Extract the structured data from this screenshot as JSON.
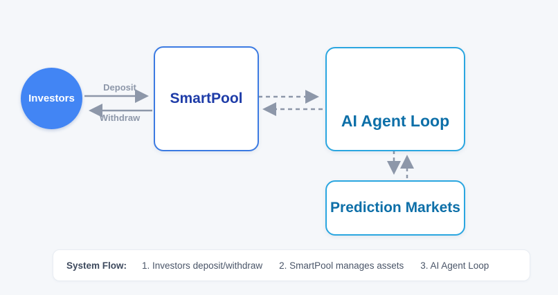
{
  "canvas": {
    "background_color": "#f5f7fa"
  },
  "nodes": {
    "investors": {
      "label": "Investors",
      "shape": "circle",
      "fill_color": "#4285f4",
      "text_color": "#ffffff"
    },
    "smartpool": {
      "label": "SmartPool",
      "shape": "rounded-rect",
      "border_color": "#3b7ae2",
      "text_color": "#1e3ca8"
    },
    "ai_agent_loop": {
      "label": "AI Agent Loop",
      "shape": "rounded-rect",
      "border_color": "#2aa6e0",
      "text_color": "#0d6fa8"
    },
    "prediction_markets": {
      "label": "Prediction Markets",
      "shape": "rounded-rect",
      "border_color": "#2aa6e0",
      "text_color": "#0d6fa8"
    }
  },
  "edges": {
    "deposit": {
      "label": "Deposit",
      "from": "investors",
      "to": "smartpool",
      "style": "solid",
      "color": "#8d97a9"
    },
    "withdraw": {
      "label": "Withdraw",
      "from": "smartpool",
      "to": "investors",
      "style": "solid",
      "color": "#8d97a9"
    },
    "smartpool_to_ai": {
      "label": "",
      "from": "smartpool",
      "to": "ai_agent_loop",
      "style": "dashed",
      "color": "#8d97a9"
    },
    "ai_to_smartpool": {
      "label": "",
      "from": "ai_agent_loop",
      "to": "smartpool",
      "style": "dashed",
      "color": "#8d97a9"
    },
    "ai_to_pm": {
      "label": "",
      "from": "ai_agent_loop",
      "to": "prediction_markets",
      "style": "dashed",
      "color": "#8d97a9"
    },
    "pm_to_ai": {
      "label": "",
      "from": "prediction_markets",
      "to": "ai_agent_loop",
      "style": "dashed",
      "color": "#8d97a9"
    }
  },
  "footer": {
    "title": "System Flow:",
    "steps": [
      "1. Investors deposit/withdraw",
      "2. SmartPool manages assets",
      "3. AI Agent Loop"
    ]
  }
}
